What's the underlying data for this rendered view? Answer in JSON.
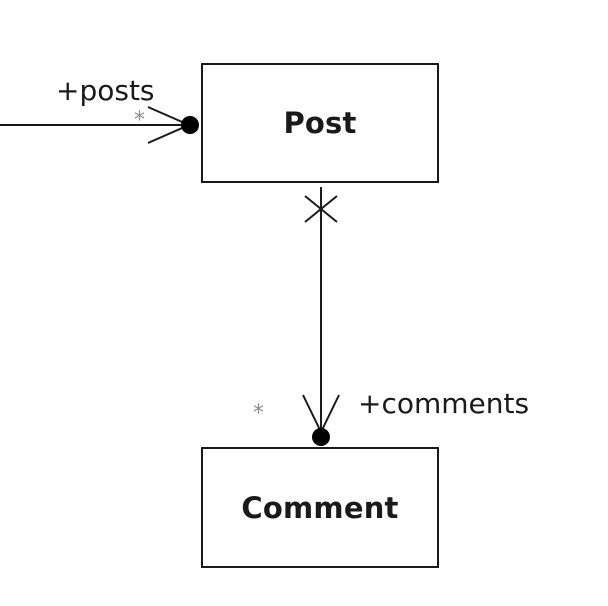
{
  "classes": {
    "post": {
      "name": "Post"
    },
    "comment": {
      "name": "Comment"
    }
  },
  "associations": {
    "posts": {
      "role": "+posts",
      "multiplicity": "*"
    },
    "comments": {
      "role": "+comments",
      "multiplicity": "*"
    }
  },
  "colors": {
    "line": "#1a1a1a",
    "multiplicity": "#8a8a8a",
    "background": "#ffffff"
  }
}
